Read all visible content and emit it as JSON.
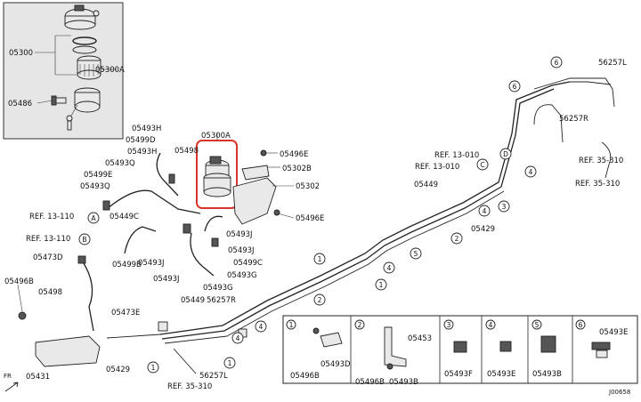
{
  "inset_top_left": {
    "labels": {
      "a": "05300",
      "b": "05300A",
      "c": "05486"
    }
  },
  "filter_center": {
    "labels": {
      "top": "05300A",
      "left": "05498",
      "b1": "05496E",
      "b2": "05302B",
      "b3": "05302",
      "b4": "05496E"
    }
  },
  "left_labels": {
    "l1": "05493H",
    "l2": "05499D",
    "l3": "05493H",
    "l4": "05493Q",
    "l5": "05499E",
    "l6": "05493Q",
    "l7": "REF. 13-110",
    "l8": "05449C",
    "l9": "REF. 13-110",
    "l10": "05473D",
    "l11": "05499B",
    "l12": "05493J",
    "l13": "05496B",
    "l14": "05498",
    "l15": "05493J",
    "l16": "05473E",
    "l17": "05493G",
    "l18": "05431",
    "l19": "05429",
    "l20": "05449",
    "l21": "56257R",
    "l22": "56257L",
    "l23": "REF. 35-310"
  },
  "middle_labels": {
    "m1": "05493J",
    "m2": "05493J",
    "m3": "05499C",
    "m4": "05493G"
  },
  "right_labels": {
    "r1": "56257L",
    "r2": "56257R",
    "r3": "REF. 13-010",
    "r4": "REF. 13-010",
    "r5": "REF. 35-310",
    "r6": "REF. 35-310",
    "r7": "05449",
    "r8": "05429"
  },
  "circle_refs": {
    "A": "A",
    "B": "B",
    "C": "C",
    "D": "D",
    "n1": "1",
    "n2": "2",
    "n3": "3",
    "n4": "4",
    "n5": "5",
    "n6": "6"
  },
  "legend": {
    "cells": [
      {
        "num": "1",
        "part": "05496B",
        "part2": "05493D"
      },
      {
        "num": "2",
        "part": "05496B",
        "part2": "05493B",
        "part3": "05453"
      },
      {
        "num": "3",
        "part": "05493F"
      },
      {
        "num": "4",
        "part": "05493E"
      },
      {
        "num": "5",
        "part": "05493B"
      },
      {
        "num": "6",
        "part": "05493E"
      }
    ]
  },
  "footer": {
    "code": "J00658",
    "fr": "FR"
  },
  "colors": {
    "highlight": "#d9342b",
    "inset_bg": "#e6e6e6"
  }
}
